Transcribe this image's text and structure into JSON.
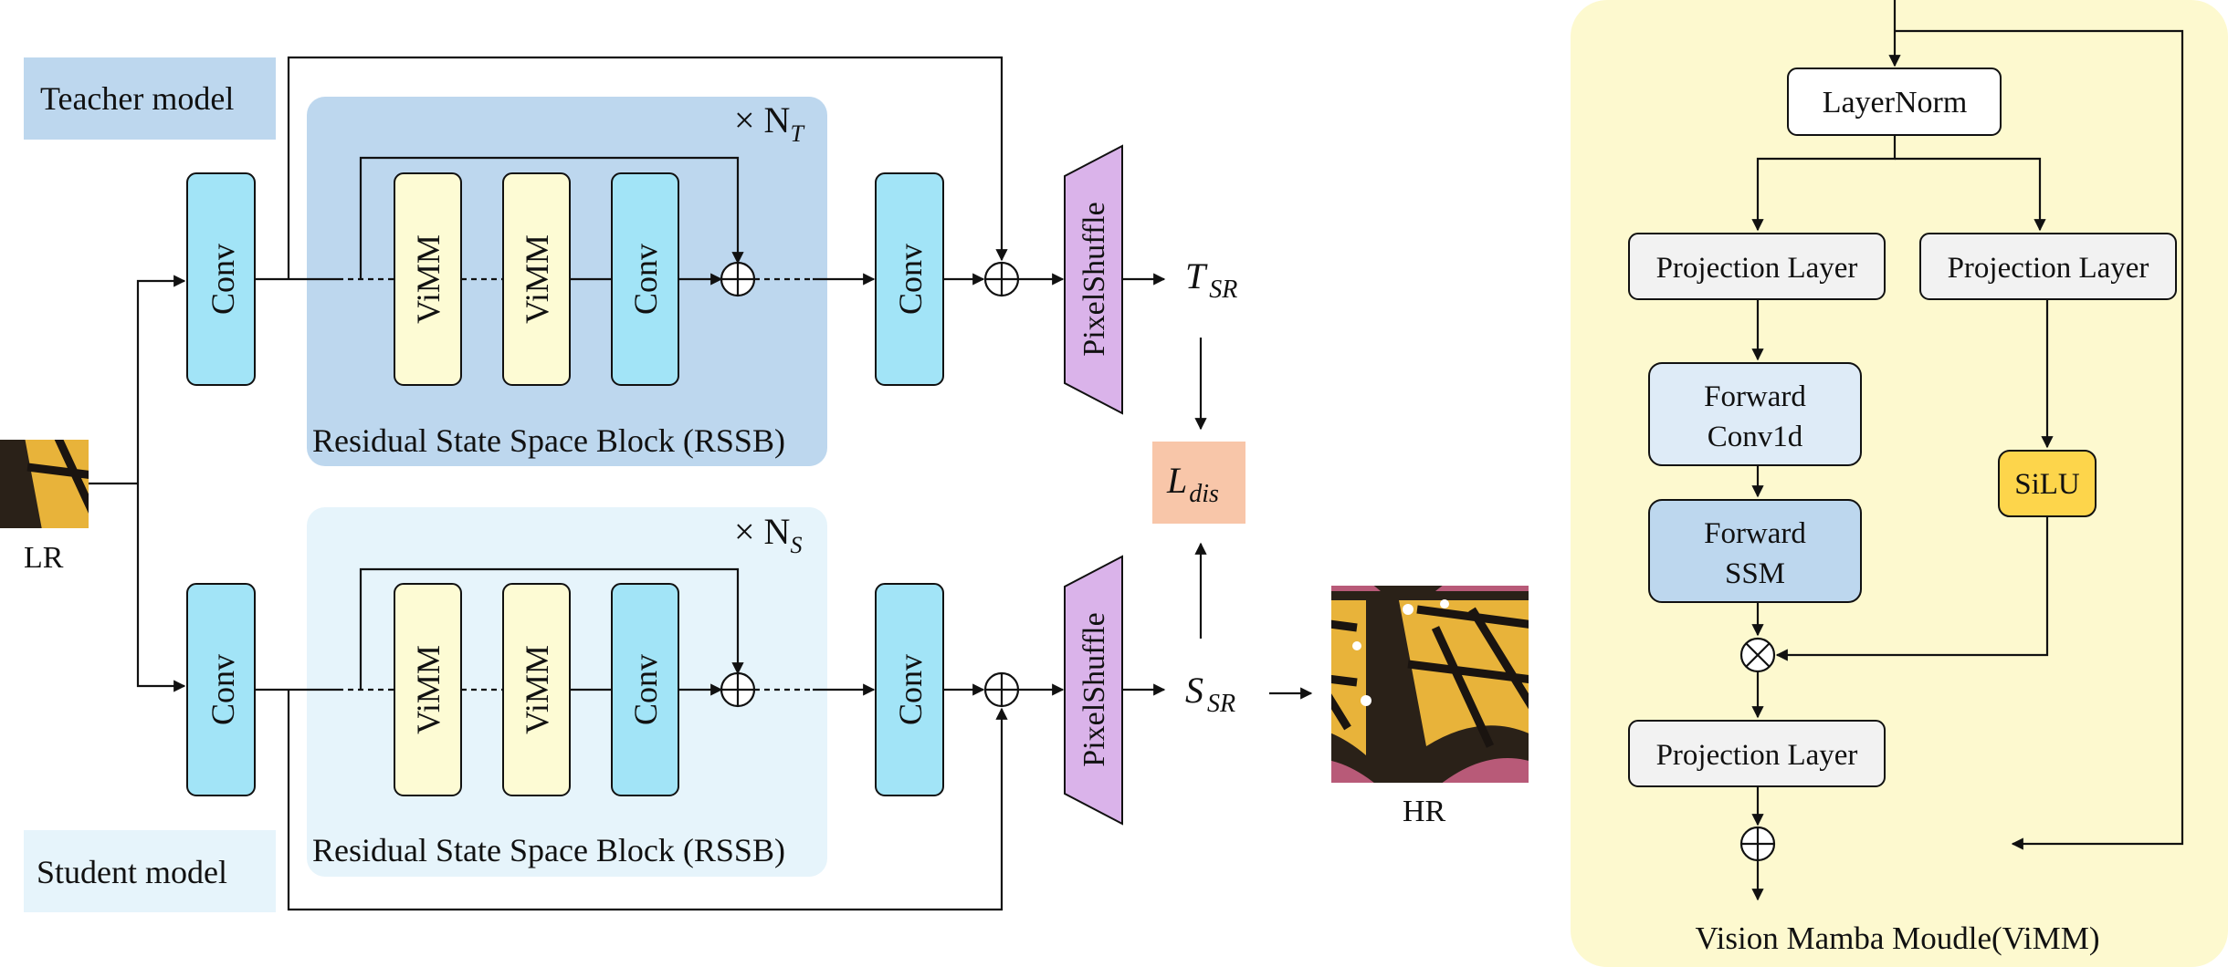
{
  "teacher": {
    "label": "Teacher model",
    "conv_in": "Conv",
    "vimm_1": "ViMM",
    "vimm_2": "ViMM",
    "conv_block": "Conv",
    "conv_out": "Conv",
    "pixelshuffle": "PixelShuffle",
    "repeat_symbol": "× N",
    "repeat_sub": "T",
    "block_caption": "Residual State Space Block (RSSB)",
    "output_main": "T",
    "output_sub": "SR"
  },
  "student": {
    "label": "Student model",
    "conv_in": "Conv",
    "vimm_1": "ViMM",
    "vimm_2": "ViMM",
    "conv_block": "Conv",
    "conv_out": "Conv",
    "pixelshuffle": "PixelShuffle",
    "repeat_symbol": "× N",
    "repeat_sub": "S",
    "block_caption": "Residual State Space Block (RSSB)",
    "output_main": "S",
    "output_sub": "SR"
  },
  "loss": {
    "main": "L",
    "sub": "dis"
  },
  "lr_label": "LR",
  "hr_label": "HR",
  "vimm_module": {
    "layernorm": "LayerNorm",
    "proj_left": "Projection Layer",
    "proj_right": "Projection Layer",
    "forward_conv_line1": "Forward",
    "forward_conv_line2": "Conv1d",
    "forward_ssm_line1": "Forward",
    "forward_ssm_line2": "SSM",
    "silu": "SiLU",
    "proj_bottom": "Projection Layer",
    "caption": "Vision Mamba Moudle(ViMM)"
  },
  "colors": {
    "teacher_block_bg": "#bdd7ee",
    "student_block_bg": "#e6f4fb",
    "teacher_label_bg": "#bdd7ee",
    "student_label_bg": "#e6f4fb",
    "conv_fill": "#a2e4f7",
    "vimm_fill": "#fdfbd4",
    "pixelshuffle_fill": "#dab3ea",
    "loss_fill": "#f8c6a9",
    "panel_bg": "#fdf9cf",
    "proj_fill": "#f2f2f2",
    "forward_conv_fill": "#deebf7",
    "forward_ssm_fill": "#bdd7ee",
    "silu_fill": "#fdd54b"
  }
}
